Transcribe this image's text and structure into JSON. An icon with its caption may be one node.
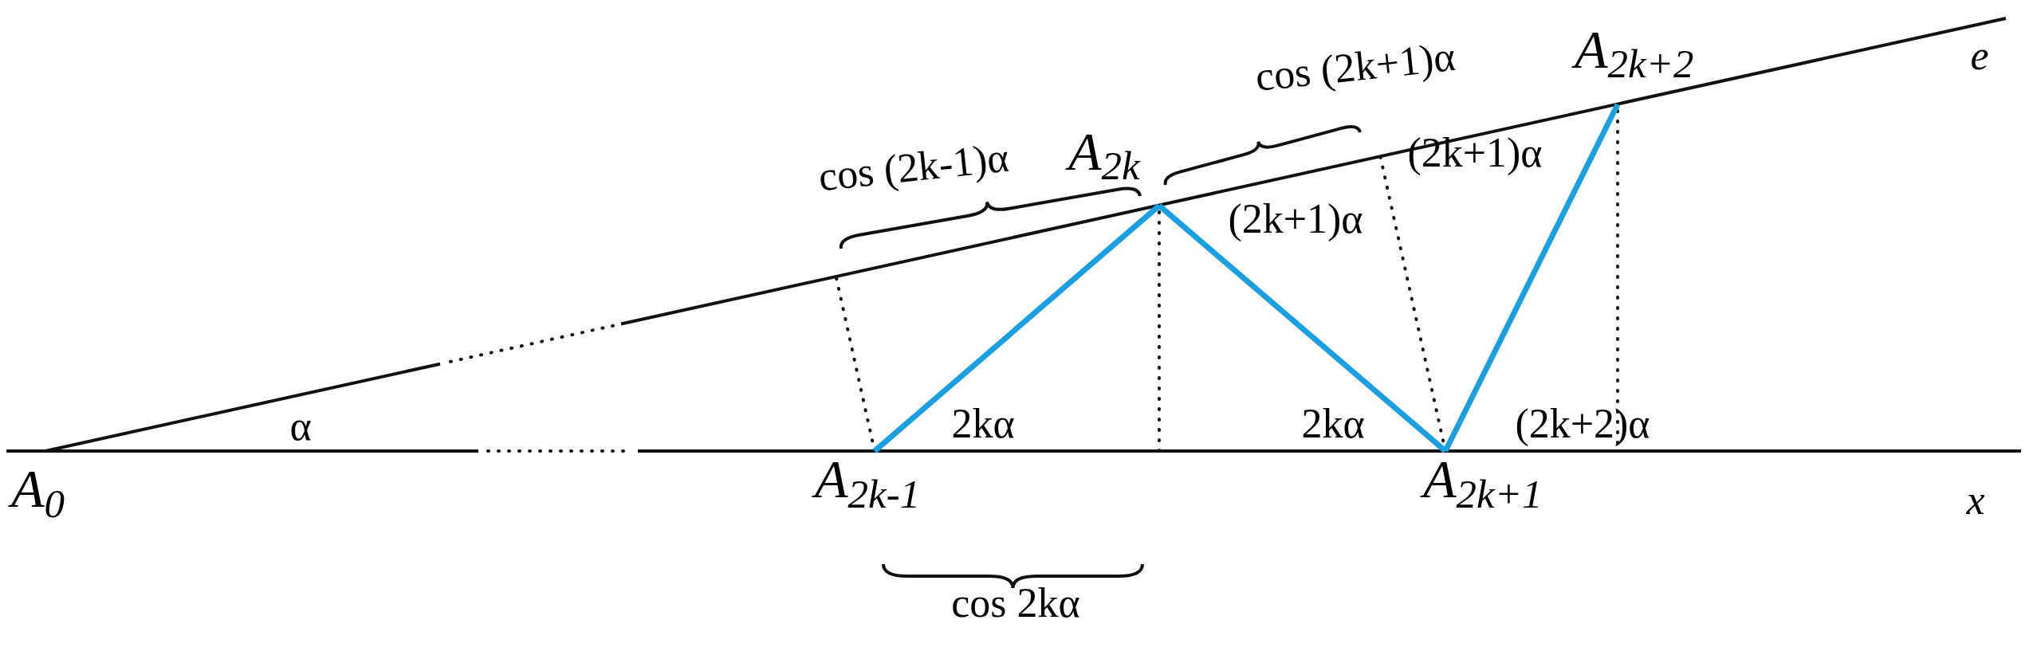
{
  "diagram": {
    "nodes": [
      {
        "text": [
          "A$_{0}$"
        ]
      },
      {
        "text": [
          "A$_{2k-1}$"
        ]
      },
      {
        "text": [
          "A$_{2k}$"
        ]
      },
      {
        "text": [
          "A$_{2k+1}$"
        ]
      },
      {
        "text": [
          "A$_{2k+2}$"
        ]
      }
    ],
    "edges": [
      {
        "from": 1,
        "to": 2,
        "arrow": "none"
      },
      {
        "from": 2,
        "to": 3,
        "arrow": "none"
      },
      {
        "from": 3,
        "to": 4,
        "arrow": "none"
      }
    ],
    "labels": [
      "e",
      "cos (2k+1)α",
      "(2k+1)α",
      "cos (2k-1)α",
      "(2k+1)α",
      "α",
      "2kα",
      "2kα",
      "(2k+2)α",
      "x",
      "cos 2kα"
    ]
  }
}
